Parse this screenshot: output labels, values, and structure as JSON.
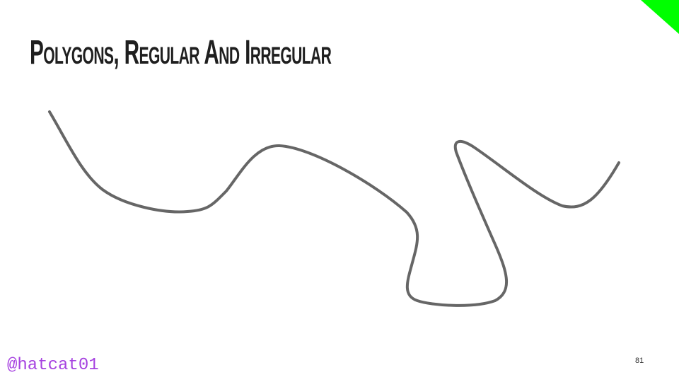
{
  "slide": {
    "title": "Polygons, Regular And Irregular",
    "handle": "@hatcat01",
    "page_number": "81"
  },
  "colors": {
    "accent": "#00ff00",
    "curve": "#666666",
    "handle": "#a642e0",
    "title": "#1f1f1f"
  }
}
